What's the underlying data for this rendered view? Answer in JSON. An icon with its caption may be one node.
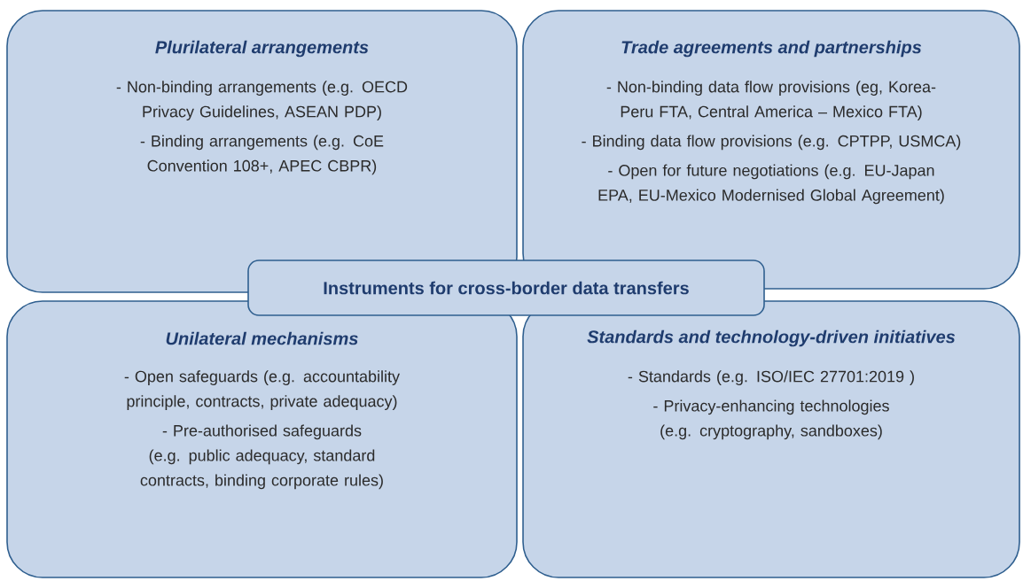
{
  "diagram": {
    "nodes": [
      {
        "text": [
          "Plurilateral arrangements",
          "- Non-binding arrangements (e.g. OECD Privacy Guidelines, ASEAN PDP)",
          "- Binding arrangements (e.g. CoE Convention 108+, APEC CBPR)"
        ]
      },
      {
        "text": [
          "Trade agreements and partnerships",
          "- Non-binding data flow provisions (eg, Korea-Peru FTA, Central America – Mexico FTA)",
          "- Binding data flow provisions (e.g. CPTPP, USMCA)",
          "- Open for future negotiations (e.g. EU-Japan EPA, EU-Mexico Modernised Global Agreement)"
        ]
      },
      {
        "text": [
          "Unilateral mechanisms",
          "- Open safeguards (e.g. accountability principle, contracts, private adequacy)",
          "- Pre-authorised safeguards (e.g. public adequacy, standard contracts, binding corporate rules)"
        ]
      },
      {
        "text": [
          "Standards and technology-driven initiatives",
          "- Standards (e.g. ISO/IEC 27701:2019 )",
          "- Privacy-enhancing technologies (e.g. cryptography, sandboxes)"
        ]
      },
      {
        "text": [
          "Instruments for cross-border data transfers"
        ]
      }
    ]
  }
}
